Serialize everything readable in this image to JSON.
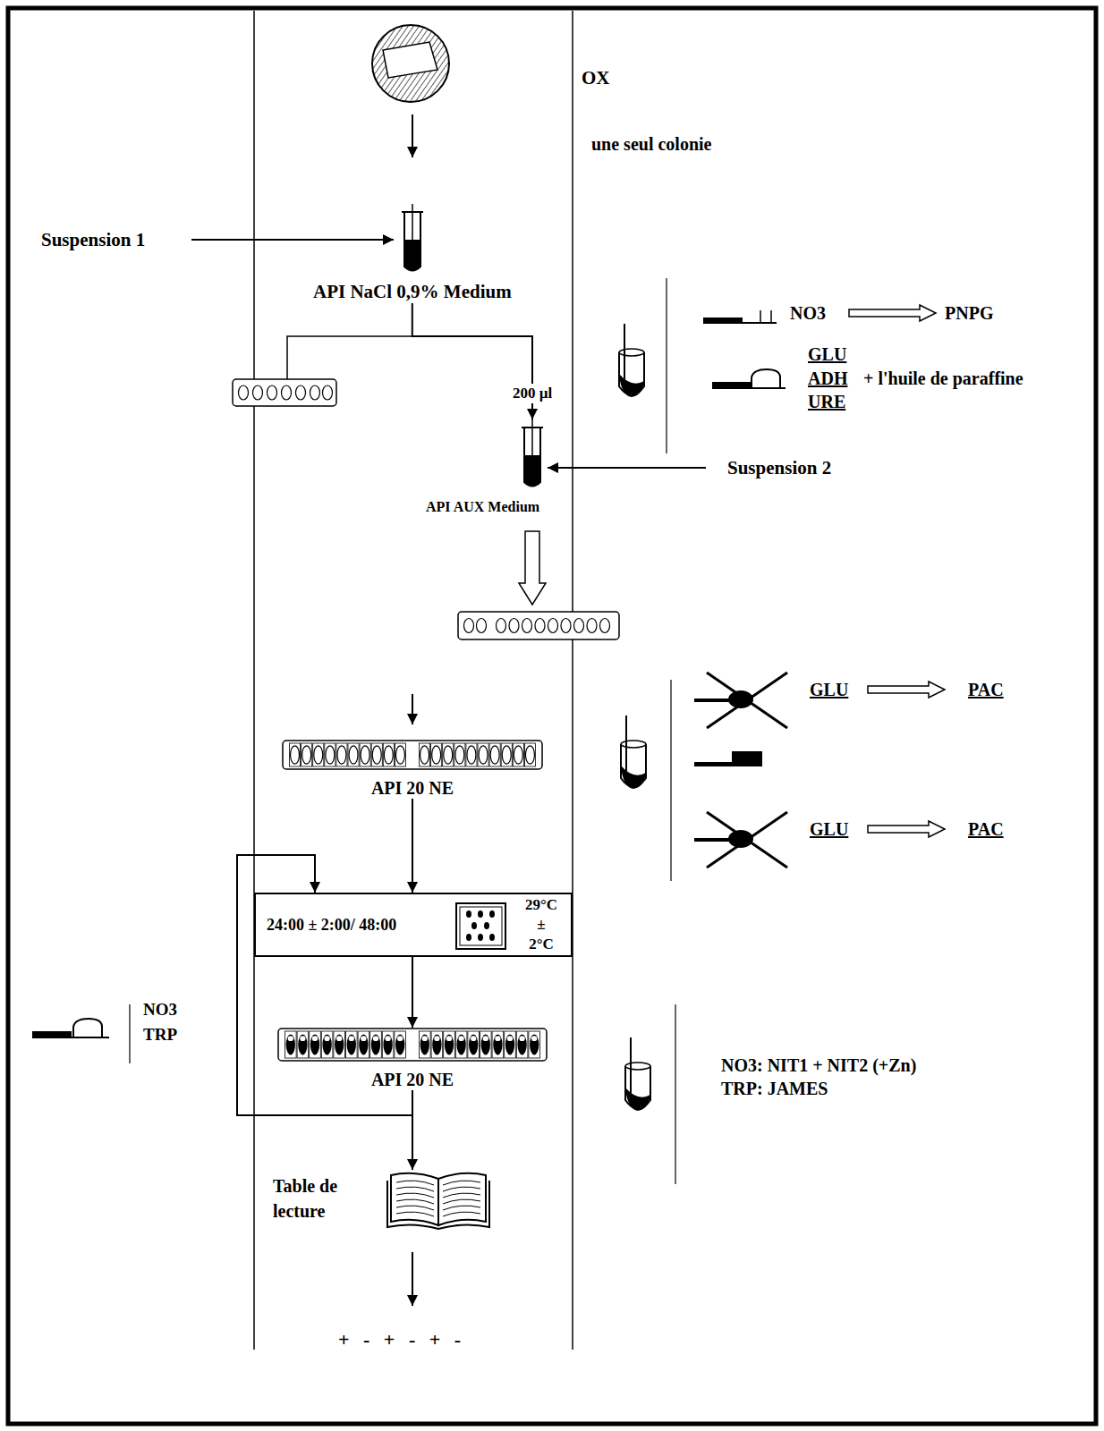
{
  "diagram": {
    "nodes": [
      {
        "text": [
          "API NaCl 0,9% Medium"
        ]
      },
      {
        "text": [
          "API AUX Medium"
        ]
      },
      {
        "text": [
          "API 20 NE"
        ]
      },
      {
        "text": [
          "24:00 ± 2:00/ 48:00",
          "29°C ± 2°C"
        ]
      },
      {
        "text": [
          "API 20 NE"
        ]
      },
      {
        "text": [
          "Table de lecture"
        ]
      }
    ],
    "edges": [
      {
        "from": 0,
        "to": 1,
        "arrow": "to",
        "label": "200 µl"
      },
      {
        "from": 2,
        "to": 3,
        "arrow": "to"
      },
      {
        "from": 3,
        "to": 4,
        "arrow": "to"
      },
      {
        "from": 4,
        "to": 5,
        "arrow": "to"
      },
      {
        "from": 4,
        "to": 3,
        "arrow": "to"
      }
    ],
    "labels": [
      "OX",
      "une seul colonie",
      "Suspension 1",
      "Suspension 2",
      "NO3",
      "PNPG",
      "GLU",
      "ADH",
      "URE",
      "+ l'huile de paraffine",
      "GLU",
      "PAC",
      "GLU",
      "PAC",
      "NO3",
      "TRP",
      "NO3: NIT1 + NIT2 (+Zn)",
      "TRP: JAMES",
      "+ - + - + -"
    ]
  }
}
